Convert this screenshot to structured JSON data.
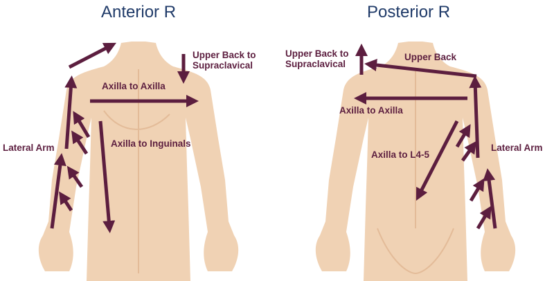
{
  "colors": {
    "arrow": "#5c1e3f",
    "skin": "#f0d2b4",
    "skin_shadow": "#e3bb98",
    "title": "#1f3a68"
  },
  "anterior": {
    "title": "Anterior R",
    "labels": {
      "upper_back": "Upper Back to",
      "supraclavical": "Supraclavical",
      "axilla_to_axilla": "Axilla to Axilla",
      "axilla_to_inguinals": "Axilla to Inguinals",
      "lateral_arm": "Lateral Arm"
    }
  },
  "posterior": {
    "title": "Posterior R",
    "labels": {
      "upper_back_to": "Upper Back to",
      "supraclavical": "Supraclavical",
      "upper_back": "Upper Back",
      "axilla_to_axilla": "Axilla to Axilla",
      "axilla_to_l45": "Axilla to L4-5",
      "lateral_arm": "Lateral Arm"
    }
  }
}
